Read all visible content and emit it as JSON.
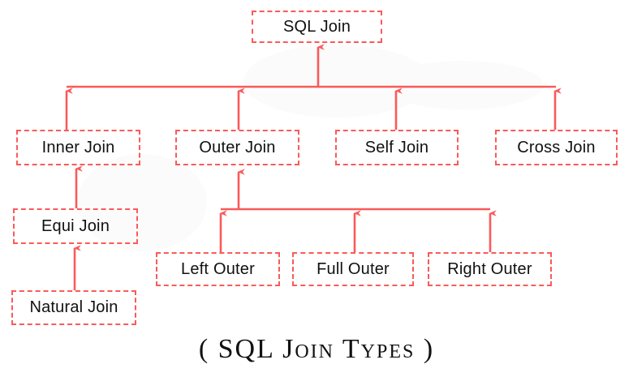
{
  "diagram": {
    "title": "SQL Join Types",
    "caption": "( SQL Join Types )",
    "colors": {
      "border": "#fa5a5a",
      "connector": "#fa5a5a",
      "text": "#111111",
      "background": "#ffffff"
    },
    "nodes": {
      "sql_join": "SQL Join",
      "inner_join": "Inner Join",
      "outer_join": "Outer Join",
      "self_join": "Self Join",
      "cross_join": "Cross Join",
      "equi_join": "Equi Join",
      "natural_join": "Natural Join",
      "left_outer": "Left Outer",
      "full_outer": "Full Outer",
      "right_outer": "Right Outer"
    },
    "hierarchy": [
      {
        "parent": "SQL Join",
        "children": [
          "Inner Join",
          "Outer Join",
          "Self Join",
          "Cross Join"
        ]
      },
      {
        "parent": "Inner Join",
        "children": [
          "Equi Join"
        ]
      },
      {
        "parent": "Equi Join",
        "children": [
          "Natural Join"
        ]
      },
      {
        "parent": "Outer Join",
        "children": [
          "Left Outer",
          "Full Outer",
          "Right Outer"
        ]
      }
    ],
    "arrow_direction": "child-to-parent (arrowheads point upward)"
  }
}
